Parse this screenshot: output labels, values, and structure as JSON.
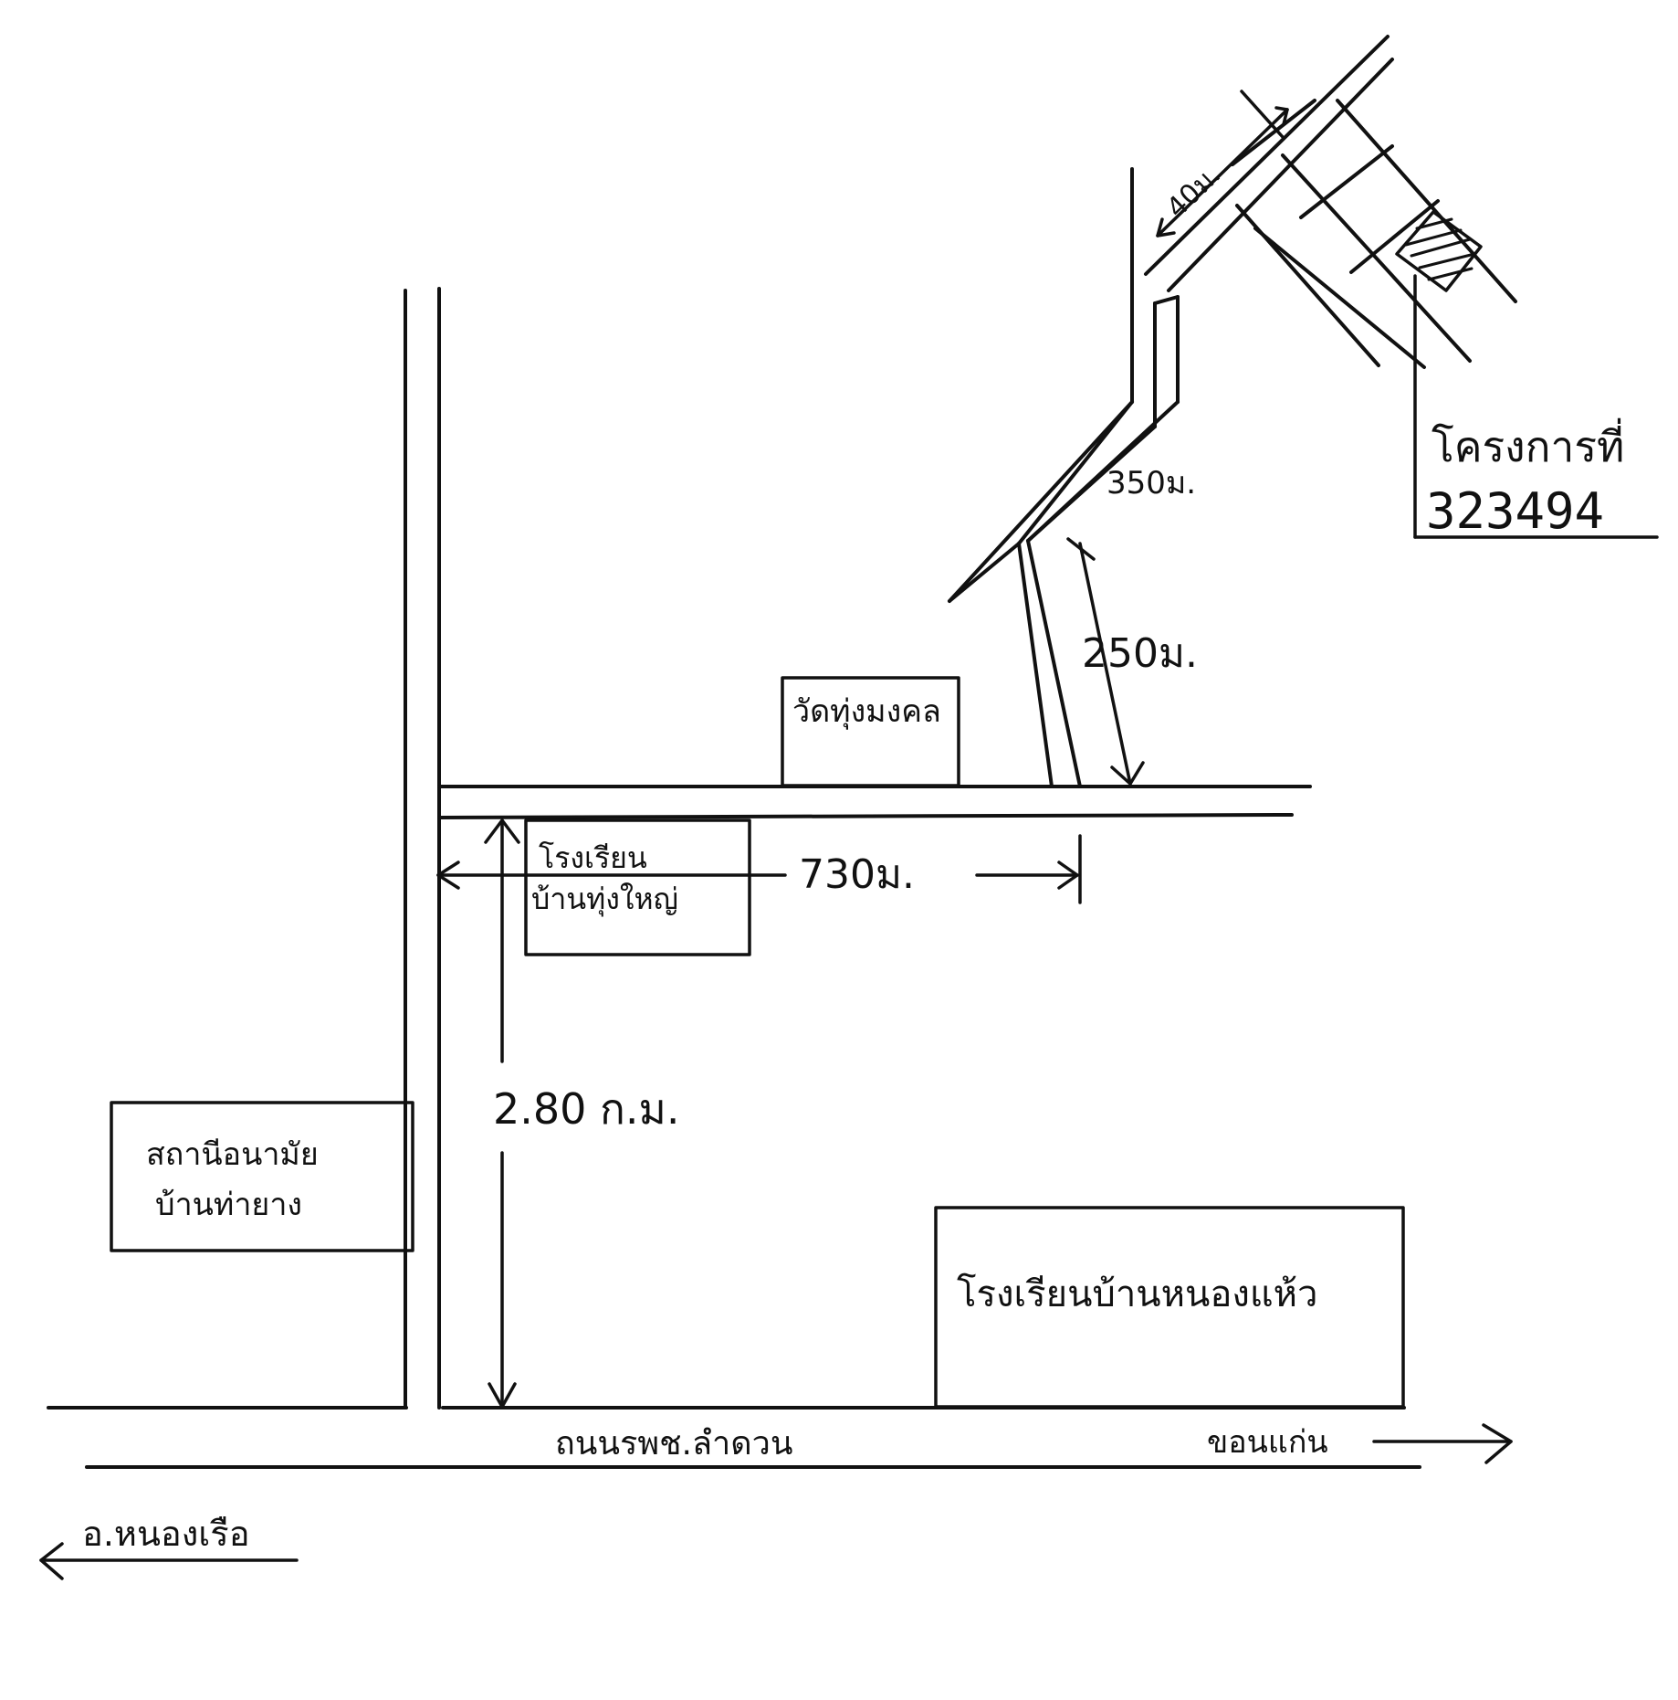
{
  "map": {
    "ink_color": "#111111",
    "background": "#ffffff",
    "distances": {
      "d_730": "730ม.",
      "d_280": "2.80 ก.ม.",
      "d_250": "250ม.",
      "d_350": "350ม.",
      "d_top": "40ม."
    },
    "landmarks": {
      "project_label": "โครงการที่",
      "project_number": "323494",
      "wat": "วัดทุ่งมงคล",
      "school_small_line1": "โรงเรียน",
      "school_small_line2": "บ้านทุ่งใหญ่",
      "health_line1": "สถานีอนามัย",
      "health_line2": "บ้านท่ายาง",
      "school_large": "โรงเรียนบ้านหนองแห้ว"
    },
    "roads": {
      "main_road": "ถนนรพช.ลำดวน",
      "to_right": "ขอนแก่น",
      "to_left": "อ.หนองเรือ"
    }
  }
}
